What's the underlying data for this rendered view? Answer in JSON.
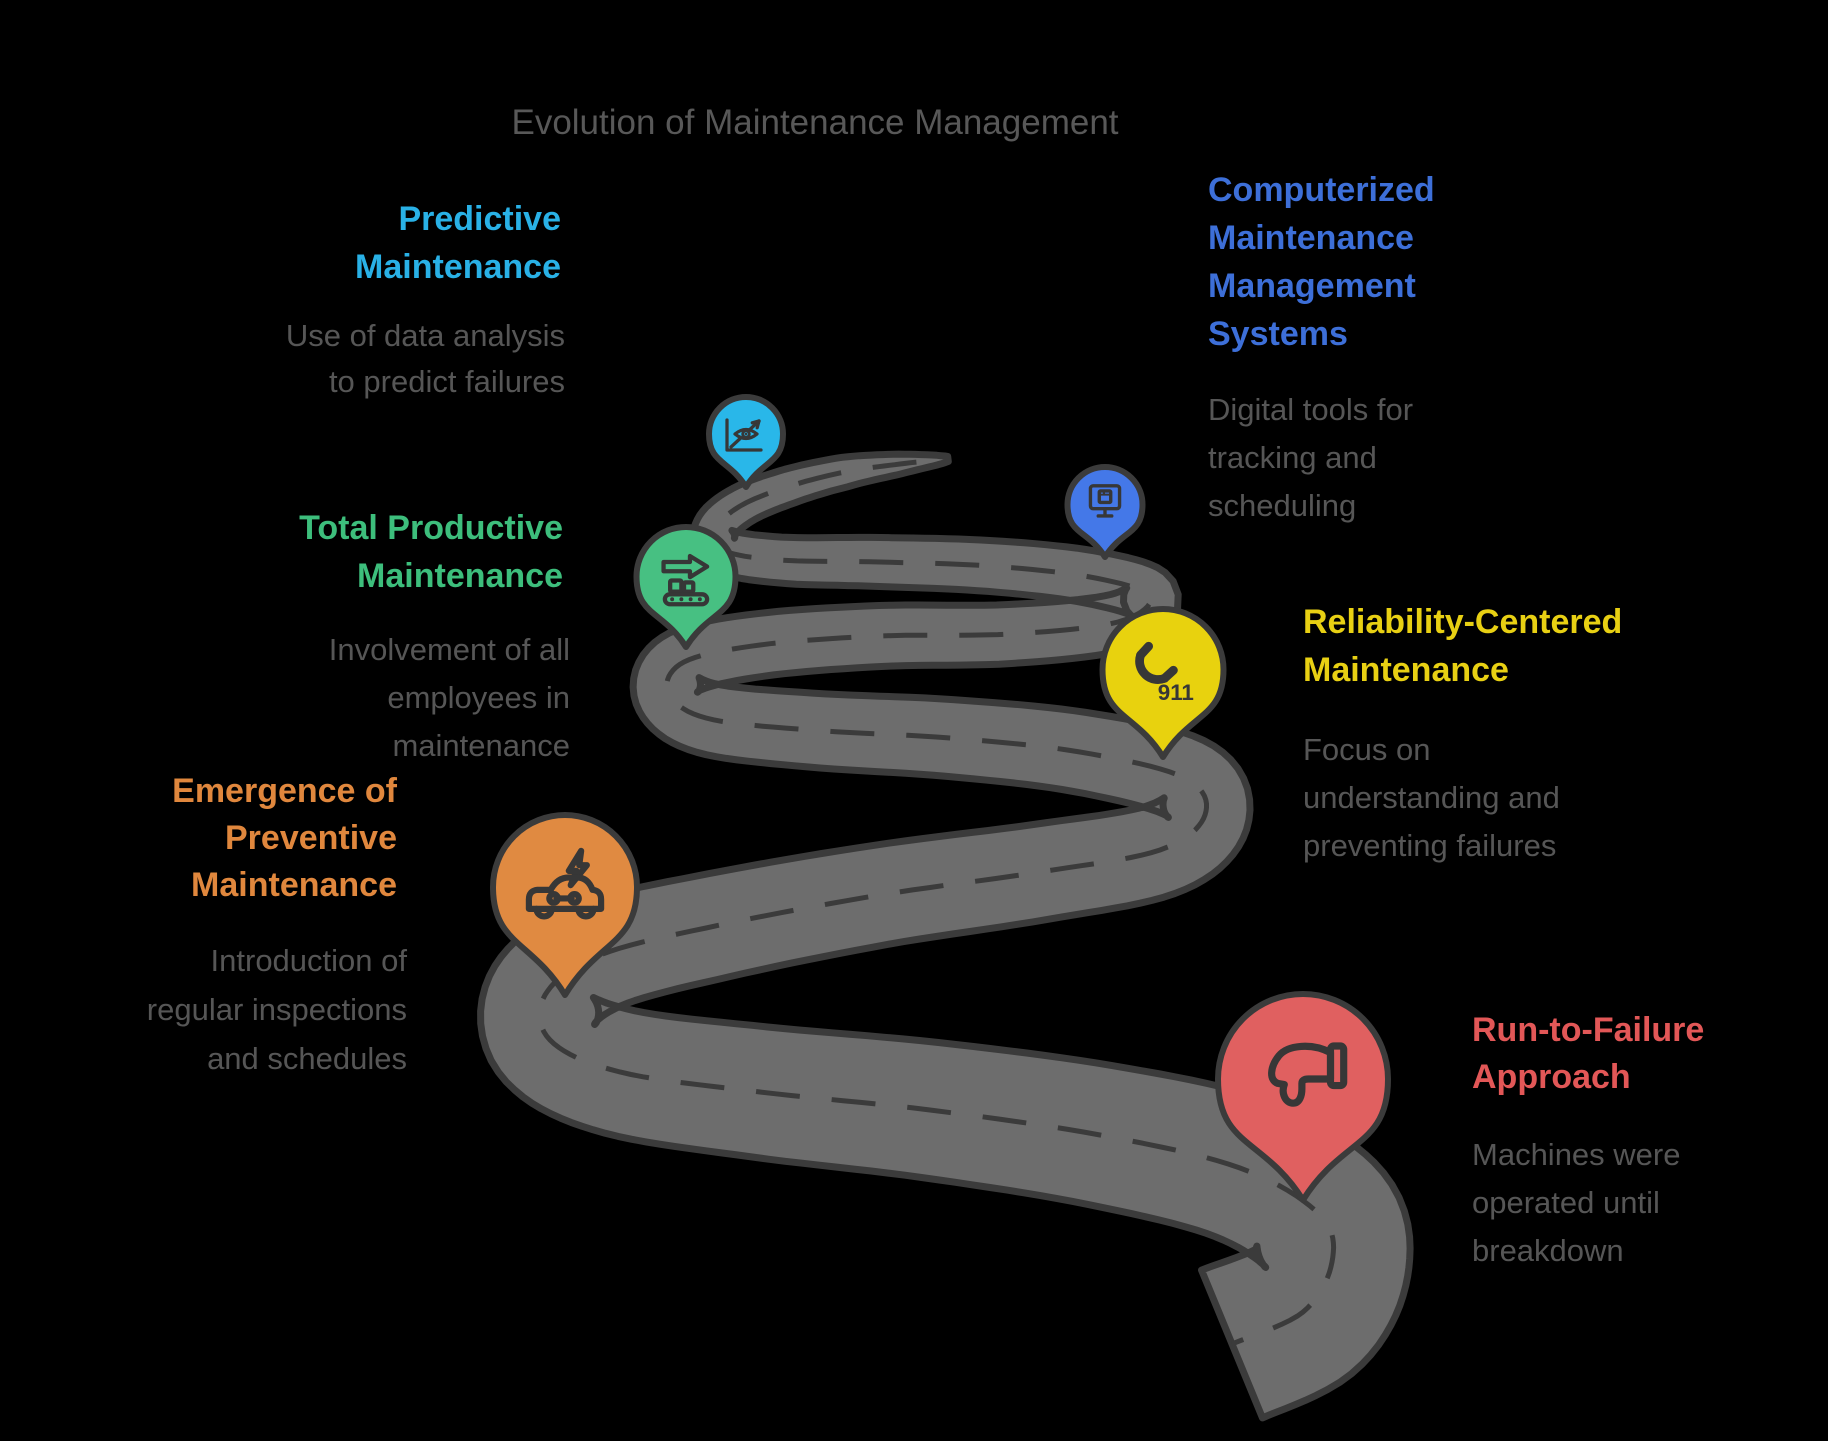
{
  "title": "Evolution of Maintenance Management",
  "colors": {
    "background": "#000000",
    "title_text": "#585858",
    "body_text": "#565656",
    "road_fill": "#6d6d6d",
    "road_outline": "#3b3b3b",
    "road_dash": "#3b3b3b",
    "pin_outline": "#3b3b3b",
    "icon_stroke": "#373737"
  },
  "stages": [
    {
      "id": "predictive",
      "title": "Predictive\nMaintenance",
      "description": "Use of data analysis\nto predict failures",
      "accent": "#29b1e6",
      "pin_color": "#29b7e9",
      "icon": "analytics-eye-icon"
    },
    {
      "id": "cmms",
      "title": "Computerized\nMaintenance\nManagement\nSystems",
      "description": "Digital tools for\ntracking and\nscheduling",
      "accent": "#3d6fd8",
      "pin_color": "#4478e8",
      "icon": "monitor-box-icon"
    },
    {
      "id": "tpm",
      "title": "Total Productive\nMaintenance",
      "description": "Involvement of all\nemployees in\nmaintenance",
      "accent": "#3dbe7c",
      "pin_color": "#47c082",
      "icon": "conveyor-icon"
    },
    {
      "id": "rcm",
      "title": "Reliability-Centered\nMaintenance",
      "description": "Focus on\nunderstanding and\npreventing failures",
      "accent": "#e8d013",
      "pin_color": "#e8d20e",
      "icon": "phone-911-icon",
      "pin_label": "911"
    },
    {
      "id": "preventive",
      "title": "Emergence of\nPreventive\nMaintenance",
      "description": "Introduction of\nregular inspections\nand schedules",
      "accent": "#e0873d",
      "pin_color": "#e08a41",
      "icon": "car-repair-icon"
    },
    {
      "id": "rtf",
      "title": "Run-to-Failure\nApproach",
      "description": "Machines were\noperated until\nbreakdown",
      "accent": "#e25757",
      "pin_color": "#e06060",
      "icon": "thumbs-down-icon"
    }
  ]
}
